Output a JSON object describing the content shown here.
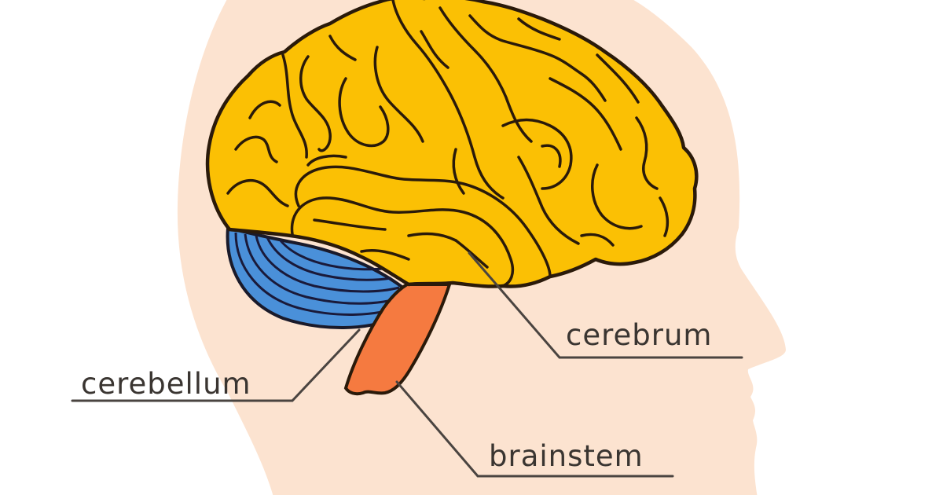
{
  "diagram": {
    "subject": "human brain anatomy (side view inside head silhouette)",
    "colors": {
      "background": "#ffffff",
      "head": "#fce3d0",
      "cerebrum": "#fbc004",
      "cerebellum": "#4a90d9",
      "brainstem": "#f57a40",
      "outline": "#2a1a0a",
      "leader_line": "#4a4440",
      "label_text": "#3a3531"
    },
    "labels": {
      "cerebrum": "cerebrum",
      "cerebellum": "cerebellum",
      "brainstem": "brainstem"
    }
  }
}
